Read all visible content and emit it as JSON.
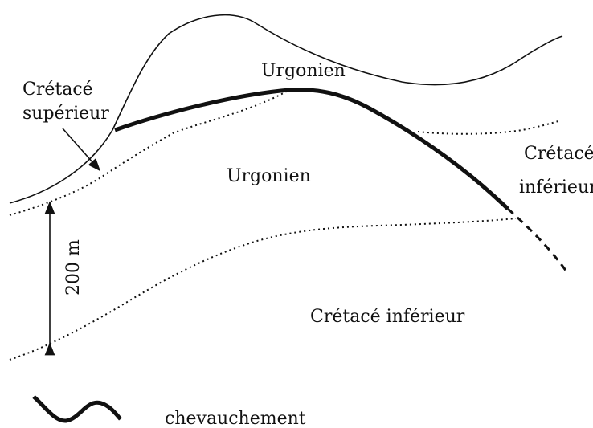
{
  "labels": {
    "urgonien_top": "Urgonien",
    "cretace_sup_line1": "Crétacé",
    "cretace_sup_line2": "supérieur",
    "urgonien_middle": "Urgonien",
    "cretace_inf_right_line1": "Crétacé",
    "cretace_inf_right_line2": "inférieur",
    "cretace_inf_bottom": "Crétacé inférieur",
    "scale": "200 m"
  },
  "legend": {
    "label": "chevauchement"
  }
}
